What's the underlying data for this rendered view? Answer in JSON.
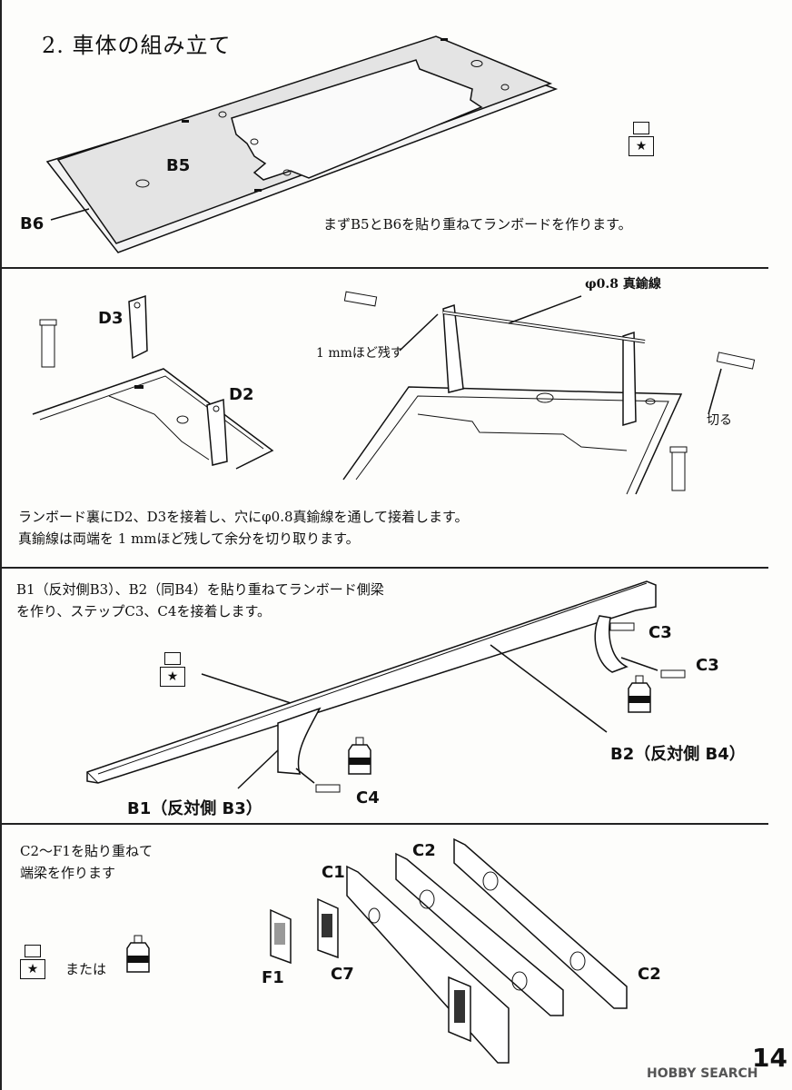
{
  "title": "2. 車体の組み立て",
  "page_number": "14",
  "watermark": "HOBBY SEARCH",
  "section1": {
    "label_b5": "B5",
    "label_b6": "B6",
    "instruction": "まずB5とB6を貼り重ねてランボードを作ります。"
  },
  "section2": {
    "label_d3": "D3",
    "label_d2": "D2",
    "wire_label": "φ0.8 真鍮線",
    "leave_label": "1 mmほど残す",
    "cut_label": "切る",
    "instruction_line1": "ランボード裏にD2、D3を接着し、穴にφ0.8真鍮線を通して接着します。",
    "instruction_line2": "真鍮線は両端を 1 mmほど残して余分を切り取ります。"
  },
  "section3": {
    "instruction_line1": "B1（反対側B3）、B2（同B4）を貼り重ねてランボード側梁",
    "instruction_line2": "を作り、ステップC3、C4を接着します。",
    "label_c3_a": "C3",
    "label_c3_b": "C3",
    "label_c4": "C4",
    "label_b2": "B2（反対側 B4）",
    "label_b1": "B1（反対側 B3）"
  },
  "section4": {
    "instruction_line1": "C2～F1を貼り重ねて",
    "instruction_line2": "端梁を作ります",
    "or_label": "または",
    "label_c1": "C1",
    "label_c2_a": "C2",
    "label_c2_b": "C2",
    "label_f1": "F1",
    "label_c7": "C7"
  },
  "icons": {
    "glue_square": "square-star-icon",
    "glue_bottle": "glue-bottle-icon"
  }
}
